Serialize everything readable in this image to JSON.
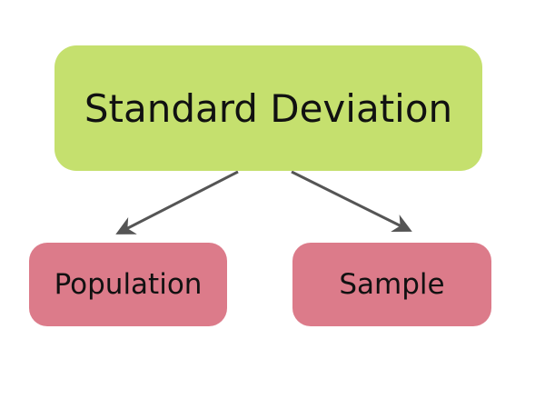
{
  "diagram": {
    "root": {
      "label": "Standard Deviation",
      "color": "#c5e06e"
    },
    "children": [
      {
        "label": "Population",
        "color": "#dc7b8a"
      },
      {
        "label": "Sample",
        "color": "#dc7b8a"
      }
    ],
    "connector_color": "#555555"
  }
}
